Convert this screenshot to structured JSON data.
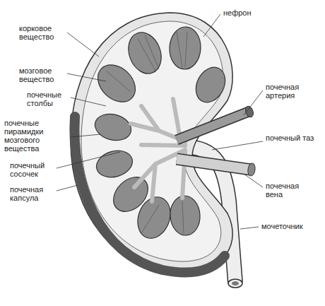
{
  "diagram": {
    "labels": [
      "нефрон",
      "корковое вещество",
      "мозговое вещество",
      "почечные столбы",
      "почечные пирамидки мозгового вещества",
      "почечный сосочек",
      "почечная капсула",
      "почечная артерия",
      "почечный таз",
      "почечная вена",
      "мочеточник"
    ]
  }
}
